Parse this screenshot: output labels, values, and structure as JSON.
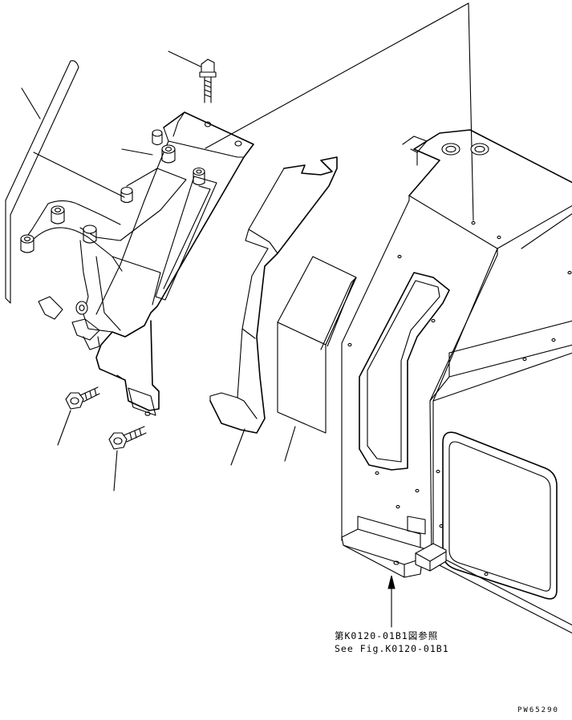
{
  "reference": {
    "japanese": "第K0120-01B1図参照",
    "english": "See Fig.K0120-01B1"
  },
  "drawing_code": "PW65290"
}
